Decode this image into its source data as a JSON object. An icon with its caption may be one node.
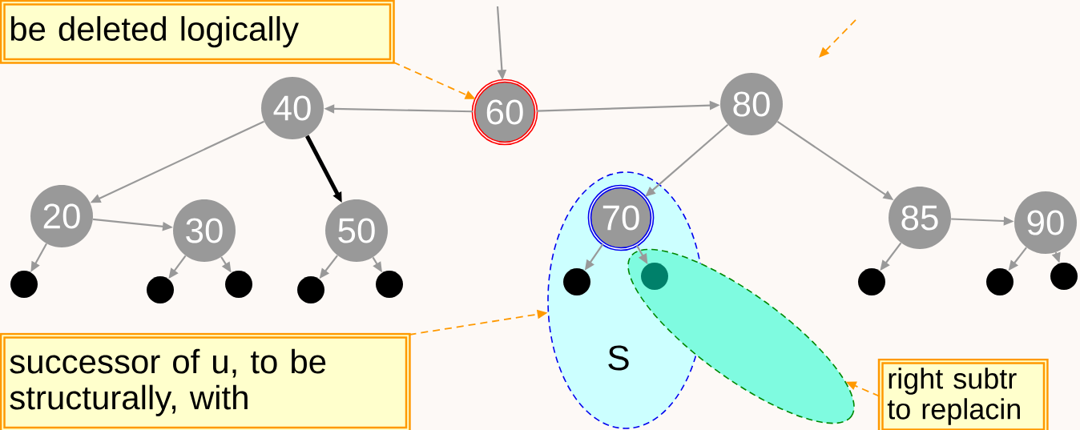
{
  "diagram": {
    "nodes": [
      {
        "text": [
          "be deleted logically"
        ]
      },
      {
        "text": [
          "60"
        ]
      },
      {
        "text": [
          "40"
        ]
      },
      {
        "text": [
          "80"
        ]
      },
      {
        "text": [
          "20"
        ]
      },
      {
        "text": [
          "30"
        ]
      },
      {
        "text": [
          "50"
        ]
      },
      {
        "text": [
          "S"
        ]
      },
      {
        "text": [
          "70"
        ],
        "in": 7
      },
      {
        "text": [
          "85"
        ]
      },
      {
        "text": [
          "90"
        ]
      },
      {
        "text": [],
        "shape": "circle"
      },
      {
        "text": [],
        "shape": "circle"
      },
      {
        "text": [],
        "shape": "circle"
      },
      {
        "text": [],
        "shape": "circle"
      },
      {
        "text": [],
        "shape": "circle"
      },
      {
        "text": [],
        "shape": "circle",
        "in": 7
      },
      {
        "text": [],
        "shape": "circle"
      },
      {
        "text": [],
        "shape": "circle"
      },
      {
        "text": [],
        "shape": "circle"
      },
      {
        "text": [],
        "shape": "circle"
      },
      {
        "text": [],
        "shape": "ellipse"
      },
      {
        "text": [
          "successor of u, to be structurally, with"
        ]
      },
      {
        "text": [
          "right subtr to replacin"
        ]
      }
    ],
    "edges": [
      {
        "from": null,
        "to": 1,
        "arrow": "to"
      },
      {
        "from": 1,
        "to": 2,
        "arrow": "to"
      },
      {
        "from": 1,
        "to": 3,
        "arrow": "to"
      },
      {
        "from": 2,
        "to": 4,
        "arrow": "to"
      },
      {
        "from": 2,
        "to": 6,
        "arrow": "to",
        "style": "thick",
        "color": "#000000"
      },
      {
        "from": 4,
        "to": 5,
        "arrow": "to"
      },
      {
        "from": 3,
        "to": 8,
        "arrow": "to"
      },
      {
        "from": 3,
        "to": 9,
        "arrow": "to"
      },
      {
        "from": 9,
        "to": 10,
        "arrow": "to"
      },
      {
        "from": 4,
        "to": 11,
        "arrow": "to"
      },
      {
        "from": 5,
        "to": 12,
        "arrow": "to"
      },
      {
        "from": 5,
        "to": 13,
        "arrow": "to"
      },
      {
        "from": 6,
        "to": 14,
        "arrow": "to"
      },
      {
        "from": 6,
        "to": 15,
        "arrow": "to"
      },
      {
        "from": 8,
        "to": 16,
        "arrow": "to"
      },
      {
        "from": 8,
        "to": 17,
        "arrow": "to"
      },
      {
        "from": 9,
        "to": 18,
        "arrow": "to"
      },
      {
        "from": 10,
        "to": 19,
        "arrow": "to"
      },
      {
        "from": 10,
        "to": 20,
        "arrow": "to"
      },
      {
        "from": 0,
        "to": 1,
        "arrow": "to",
        "style": "dashed",
        "color": "#ff9900"
      },
      {
        "from": 22,
        "to": 7,
        "arrow": "to",
        "style": "dashed",
        "color": "#ff9900"
      },
      {
        "from": 23,
        "to": 21,
        "arrow": "to",
        "style": "dashed",
        "color": "#ff9900"
      }
    ]
  }
}
